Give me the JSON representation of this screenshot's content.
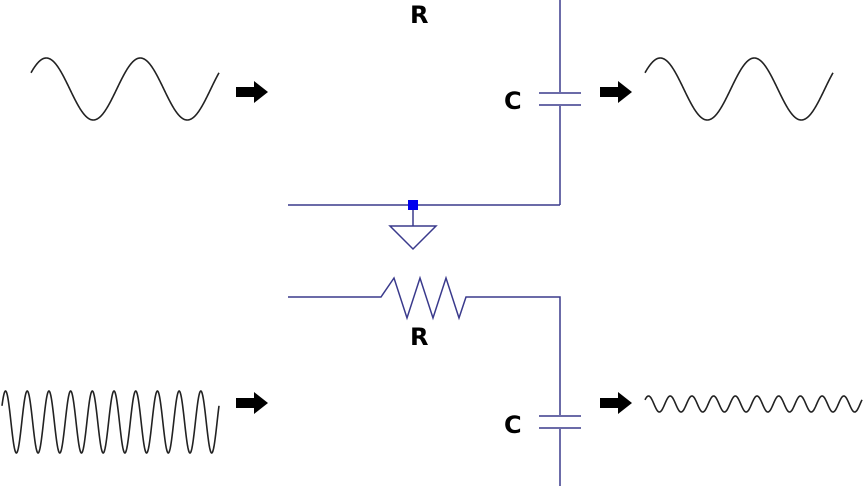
{
  "labels": {
    "resistor_top": "R",
    "capacitor_top": "C",
    "resistor_bottom": "R",
    "capacitor_bottom": "C"
  },
  "colors": {
    "wire": "#3a3a8c",
    "node": "#0000ee",
    "wave": "#222222",
    "arrow": "#000000"
  },
  "icons": {
    "arrow": "right-arrow-icon",
    "ground": "ground-icon"
  }
}
